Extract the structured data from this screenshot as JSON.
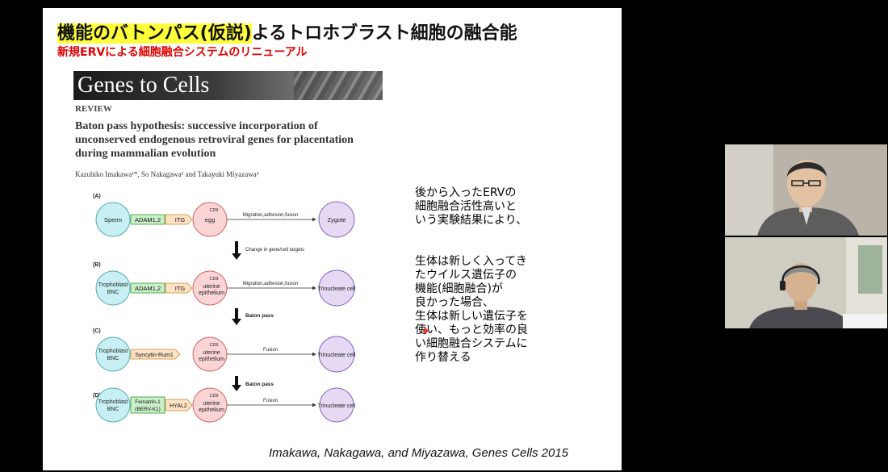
{
  "slide": {
    "title_highlight": "機能のバトンパス(仮説)",
    "title_rest": "よるトロホブラスト細胞の融合能",
    "subtitle": "新規ERVによる細胞融合システムのリニューアル",
    "journal": "Genes to Cells",
    "section": "REVIEW",
    "paper_title_lines": [
      "Baton pass hypothesis: successive incorporation of",
      "unconserved endogenous retroviral genes for placentation",
      "during mammalian evolution"
    ],
    "authors": "Kazuhiko Imakawa¹*, So Nakagawa² and Takayuki Miyazawa³",
    "note_lines": [
      "後から入ったERVの",
      "細胞融合活性高いと",
      "いう実験結果により、"
    ],
    "note2_lines": [
      "生体は新しく入ってき",
      "たウイルス遺伝子の",
      "機能(細胞融合)が",
      "良かった場合、",
      "生体は新しい遺伝子を",
      "使い、もっと効率の良",
      "い細胞融合システムに",
      "作り替える"
    ],
    "citation": "Imakawa, Nakagawa, and Miyazawa, Genes Cells 2015"
  },
  "diagram": {
    "panel_A": {
      "label": "(A)",
      "left": "Sperm",
      "gene": "ADAM1,2",
      "tag": "ITG",
      "cd9": "CD9",
      "right_lines": [
        "egg"
      ],
      "arrow_label": "Migration,adhesion,fusion",
      "result": "Zygote"
    },
    "step1": "Change in gene/cell targets",
    "panel_B": {
      "label": "(B)",
      "left_lines": [
        "Trophoblast",
        "BNC"
      ],
      "gene": "ADAM1,2",
      "tag": "ITG",
      "cd9": "CD9",
      "right_lines": [
        "uterine",
        "epithelium"
      ],
      "arrow_label": "Migration,adhesion,fusion",
      "result": "Trinucleate cell"
    },
    "step2": "Baton pass",
    "panel_C": {
      "label": "(C)",
      "left_lines": [
        "Trophoblast",
        "BNC"
      ],
      "gene": "Syncytin-Rum1",
      "cd9": "CD9",
      "right_lines": [
        "uterine",
        "epithelium"
      ],
      "arrow_label": "Fusion",
      "result": "Trinucleate cell"
    },
    "step3": "Baton pass",
    "panel_D": {
      "label": "(D)",
      "left_lines": [
        "Trophoblast",
        "BNC"
      ],
      "gene_lines": [
        "Fematrin-1",
        "(BERV-K1)"
      ],
      "tag": "HYAL2",
      "cd9": "CD9",
      "right_lines": [
        "uterine",
        "epithelium"
      ],
      "arrow_label": "Fusion",
      "result": "Trinucleate cell"
    }
  },
  "colors": {
    "highlight": "#ffff3c",
    "subtitle": "#e00000",
    "left_cell": "#c8f0f4",
    "egg_cell": "#fbd5d5",
    "result_cell": "#e5d9f4",
    "gene_box": "#c9f0c9",
    "tag_box": "#fde2c4"
  },
  "participants": [
    {
      "icon": "participant-video-1"
    },
    {
      "icon": "participant-video-2"
    }
  ]
}
